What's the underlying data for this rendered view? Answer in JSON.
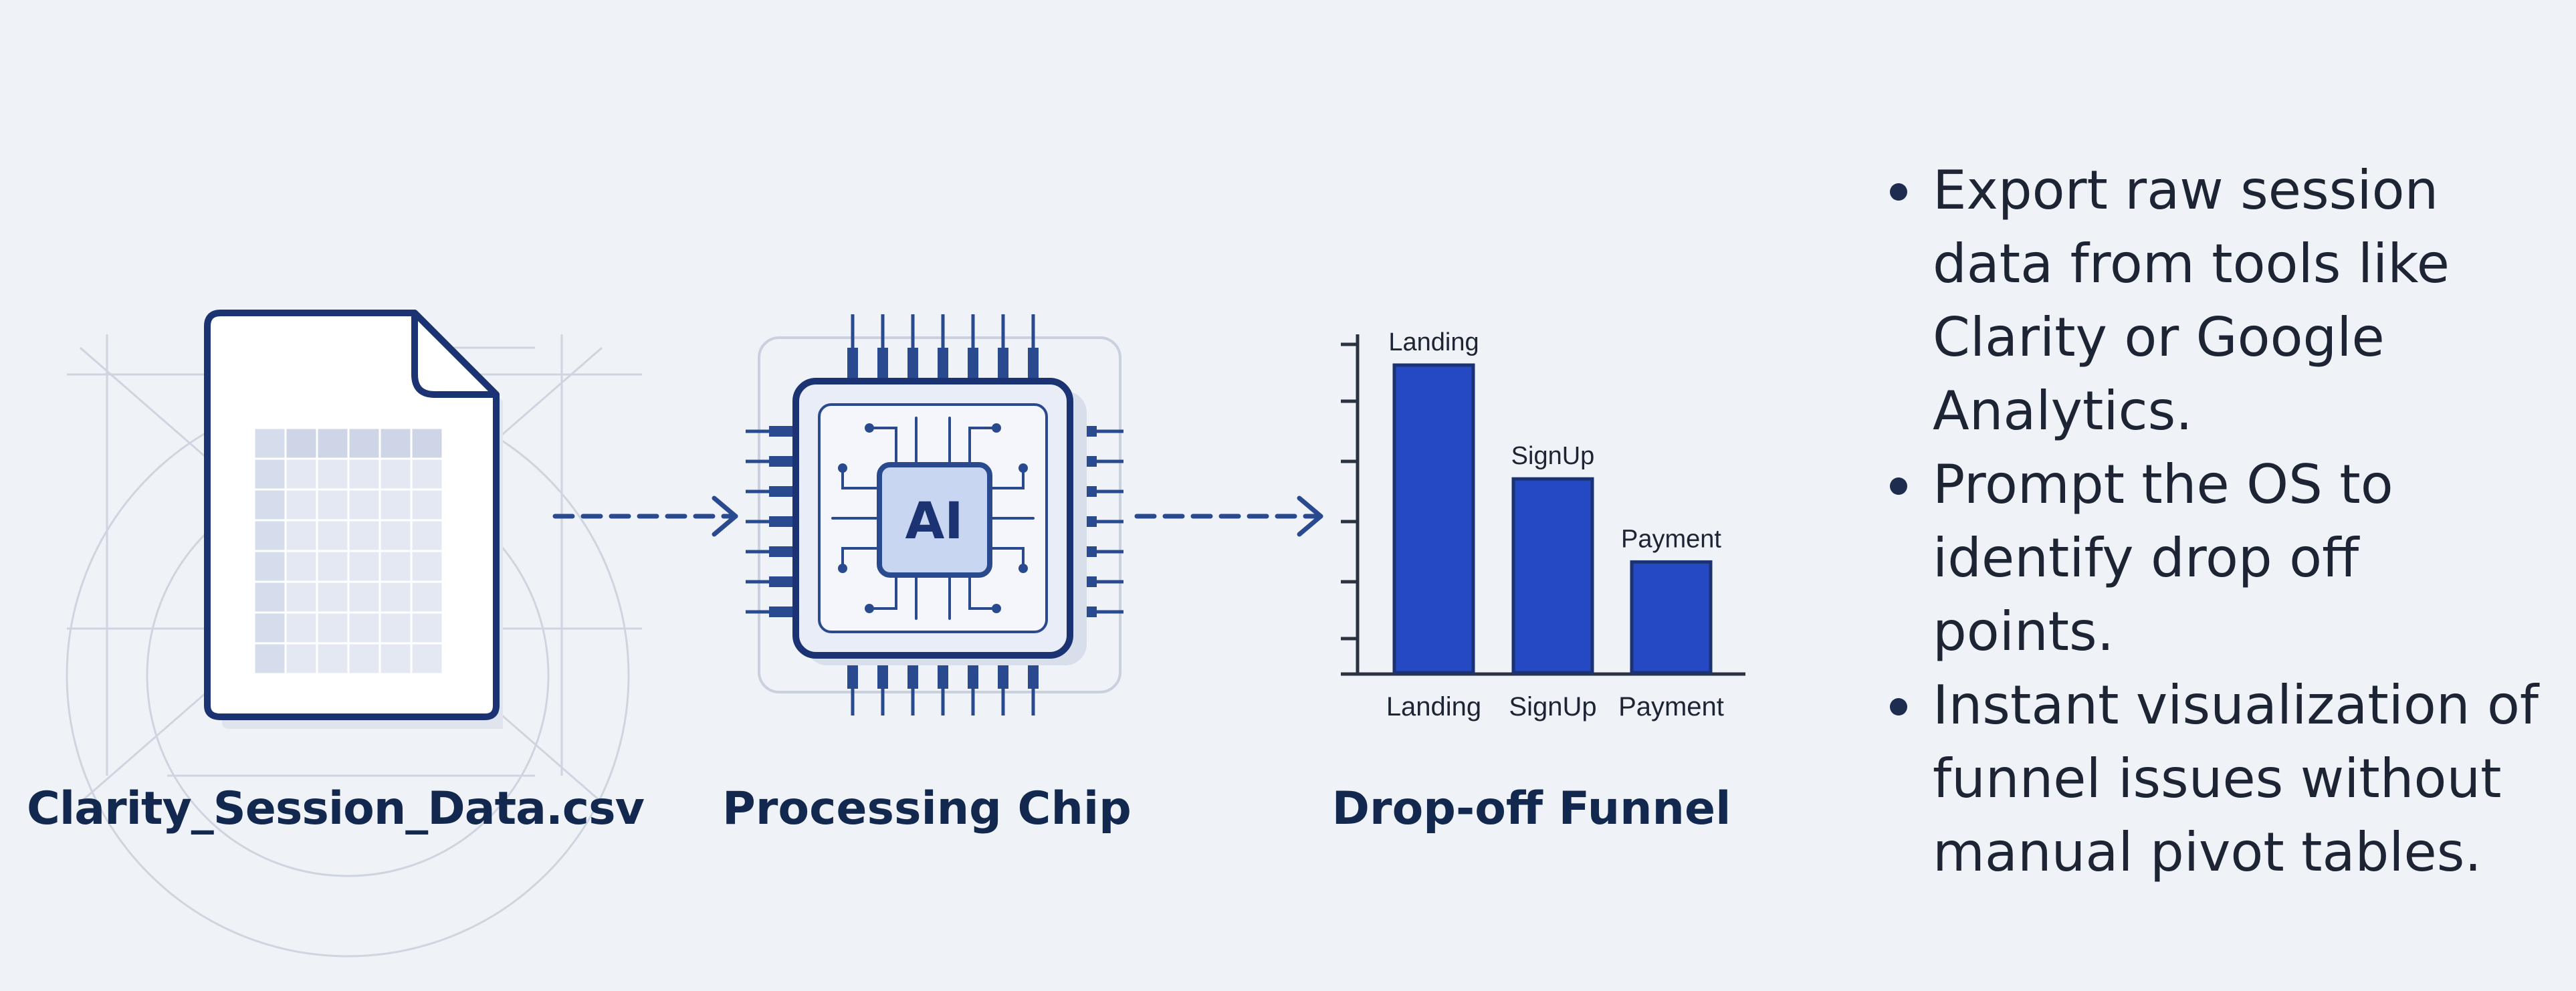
{
  "steps": {
    "file": {
      "caption": "Clarity_Session_Data.csv",
      "icon": "csv-file-icon"
    },
    "chip": {
      "caption": "Processing Chip",
      "chip_label": "AI",
      "icon": "ai-chip-icon"
    },
    "funnel": {
      "caption": "Drop-off Funnel",
      "icon": "bar-chart-icon"
    }
  },
  "chart_data": {
    "type": "bar",
    "categories": [
      "Landing",
      "SignUp",
      "Payment"
    ],
    "values": [
      100,
      63,
      36
    ],
    "ylim": [
      0,
      110
    ],
    "grid": false,
    "color": "#2449c2"
  },
  "bullets": [
    "Export raw session data from tools like Clarity or Google Analytics.",
    "Prompt the OS to identify drop off points.",
    "Instant visualization of funnel issues without manual pivot tables."
  ],
  "colors": {
    "background": "#eff2f7",
    "outline": "#1b3372",
    "accent": "#2449c2",
    "text": "#13284f"
  }
}
